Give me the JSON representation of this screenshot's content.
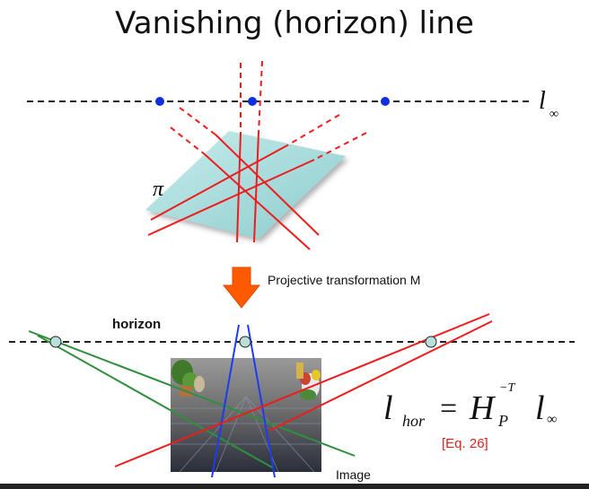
{
  "title": "Vanishing (horizon) line",
  "labels": {
    "l_infinity": "l",
    "infinity_sub": "∞",
    "plane": "π",
    "transform": "Projective transformation M",
    "horizon": "horizon",
    "image": "Image",
    "eq_ref": "[Eq. 26]"
  },
  "equation": {
    "lhs": "l",
    "lhs_sub": "hor",
    "eq": "=",
    "H": "H",
    "H_sub": "P",
    "H_sup": "−T",
    "rhs": "l",
    "rhs_sub": "∞"
  },
  "colors": {
    "red": "#ee1c1c",
    "blue": "#1d3cf0",
    "green": "#2f8f3f",
    "arrow": "#ff5a00",
    "plane": "#a9dcdc",
    "eq_ref": "#e02020"
  }
}
